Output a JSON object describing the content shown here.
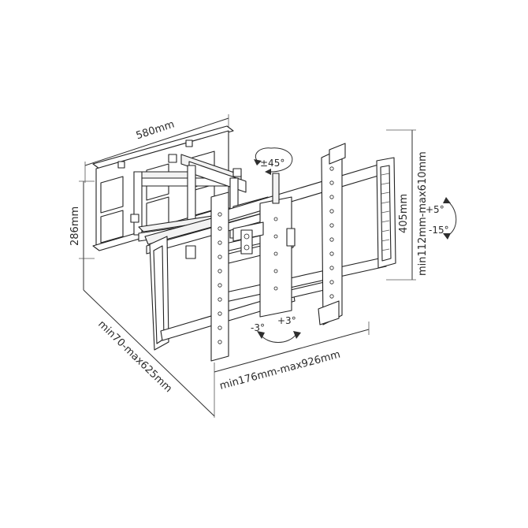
{
  "diagram": {
    "dimensions": {
      "width": "580mm",
      "height": "286mm",
      "depth": "min70-max625mm",
      "arm_spread": "min176mm-max926mm",
      "bracket_height": "405mm",
      "vertical_range": "min112mm-max610mm"
    },
    "rotations": {
      "swivel": "±45°",
      "tilt_up": "+5°",
      "tilt_down": "-15°",
      "level_minus": "-3°",
      "level_plus": "+3°"
    }
  }
}
